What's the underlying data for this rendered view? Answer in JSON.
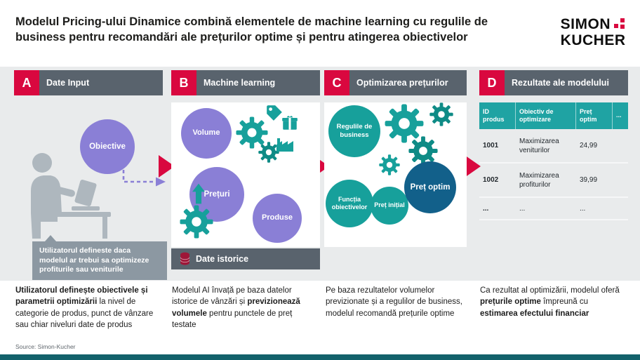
{
  "header": {
    "title": "Modelul Pricing-ului Dinamice combină elementele de machine learning cu regulile de business pentru recomandări ale prețurilor optime și pentru atingerea obiectivelor",
    "logo": {
      "line1": "SIMON",
      "line2": "KUCHER"
    }
  },
  "colors": {
    "red": "#d9083f",
    "slate": "#59636d",
    "teal": "#17a09b",
    "teal_dark": "#0e8b86",
    "purple": "#8a7fd6",
    "blue": "#12608a",
    "band": "#e9ebec",
    "tooltip_gray": "#8c98a2",
    "illustration_gray": "#aeb7be",
    "db_red": "#9e1638",
    "table_teal": "#1fa3a3",
    "footer_teal": "#12616b"
  },
  "panels": {
    "a": {
      "letter": "A",
      "title": "Date Input",
      "bubble_obiective": "Obiective",
      "tooltip": "Utilizatorul defineste daca modelul ar trebui sa optimizeze profiturile sau veniturile",
      "desc_bold": "Utilizatorul definește obiectivele și parametrii optimizării",
      "desc_rest": " la nivel de categorie de produs, punct de vânzare sau chiar niveluri date de produs"
    },
    "b": {
      "letter": "B",
      "title": "Machine learning",
      "bubble_volume": "Volume",
      "bubble_preturi": "Prețuri",
      "bubble_produse": "Produse",
      "bar_label": "Date istorice",
      "desc_part1": "Modelul AI învață pe baza datelor istorice de vânzări și ",
      "desc_bold": "previzionează volumele",
      "desc_part2": " pentru punctele de preț testate"
    },
    "c": {
      "letter": "C",
      "title": "Optimizarea prețurilor",
      "bubble_regulile": "Regulile de business",
      "bubble_functia": "Funcția obiectivelor",
      "bubble_initial": "Preț inițial",
      "bubble_optim": "Preț optim",
      "desc": "Pe baza rezultatelor volumelor previzionate și a regulilor de business, modelul recomandă prețurile optime"
    },
    "d": {
      "letter": "D",
      "title": "Rezultate ale modelului",
      "table": {
        "headers": [
          "ID produs",
          "Obiectiv de optimizare",
          "Preț optim",
          "..."
        ],
        "rows": [
          [
            "1001",
            "Maximizarea veniturilor",
            "24,99",
            ""
          ],
          [
            "1002",
            "Maximizarea profiturilor",
            "39,99",
            ""
          ],
          [
            "...",
            "...",
            "...",
            ""
          ]
        ]
      },
      "desc_part1": "Ca rezultat al optimizării, modelul oferă ",
      "desc_bold1": "prețurile optime",
      "desc_part2": " împreună cu ",
      "desc_bold2": "estimarea efectului financiar"
    }
  },
  "footer": {
    "source": "Source: Simon-Kucher"
  }
}
